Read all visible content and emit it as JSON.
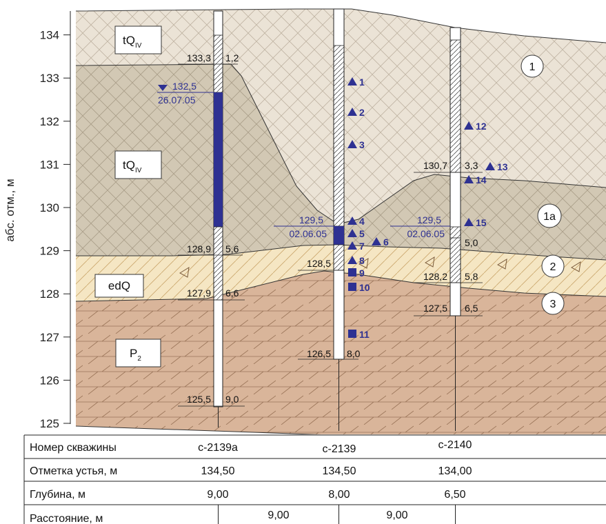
{
  "axis": {
    "ylabel": "абс. отм., м",
    "ticks": [
      "125",
      "126",
      "127",
      "128",
      "129",
      "130",
      "131",
      "132",
      "133",
      "134"
    ]
  },
  "layer_labels": {
    "tq_top": "tQ",
    "tq_top_sub": "IV",
    "tq_mid": "tQ",
    "tq_mid_sub": "IV",
    "edq": "edQ",
    "p2": "P",
    "p2_sub": "2"
  },
  "layer_numbers": [
    "1",
    "1а",
    "2",
    "3"
  ],
  "boreholes": [
    {
      "labels": [
        {
          "text": "133,3",
          "side": "left"
        },
        {
          "text": "1,2",
          "side": "right"
        },
        {
          "text": "128,9",
          "side": "left"
        },
        {
          "text": "5,6",
          "side": "right"
        },
        {
          "text": "127,9",
          "side": "left"
        },
        {
          "text": "6,6",
          "side": "right"
        },
        {
          "text": "125,5",
          "side": "left"
        },
        {
          "text": "9,0",
          "side": "right"
        }
      ],
      "water": {
        "level": "132,5",
        "date": "26.07.05"
      }
    },
    {
      "labels": [
        {
          "text": "128,5",
          "side": "left"
        },
        {
          "text": "126,5",
          "side": "left"
        },
        {
          "text": "8,0",
          "side": "right"
        }
      ],
      "water": {
        "level": "129,5",
        "date": "02.06.05"
      }
    },
    {
      "labels": [
        {
          "text": "130,7",
          "side": "left"
        },
        {
          "text": "3,3",
          "side": "right"
        },
        {
          "text": "5,0",
          "side": "right"
        },
        {
          "text": "128,2",
          "side": "left"
        },
        {
          "text": "5,8",
          "side": "right"
        },
        {
          "text": "127,5",
          "side": "left"
        },
        {
          "text": "6,5",
          "side": "right"
        }
      ],
      "water": {
        "level": "129,5",
        "date": "02.06.05"
      }
    }
  ],
  "samples": [
    "1",
    "2",
    "3",
    "4",
    "5",
    "6",
    "7",
    "8",
    "9",
    "10",
    "11",
    "12",
    "13",
    "14",
    "15"
  ],
  "table": {
    "rows": [
      {
        "label": "Номер скважины",
        "values": [
          "с-2139а",
          "с-2139",
          "с-2140"
        ]
      },
      {
        "label": "Отметка устья, м",
        "values": [
          "134,50",
          "134,50",
          "134,00"
        ]
      },
      {
        "label": "Глубина, м",
        "values": [
          "9,00",
          "8,00",
          "6,50"
        ]
      },
      {
        "label": "Расстояние, м",
        "values": [
          "9,00",
          "9,00"
        ]
      }
    ]
  },
  "colors": {
    "layer1": "#ebe3d6",
    "layer1a": "#d2c8b4",
    "layer2": "#f5e6c3",
    "layer3": "#d9b59a",
    "water": "#2e3192",
    "grid_line": "#333333"
  }
}
